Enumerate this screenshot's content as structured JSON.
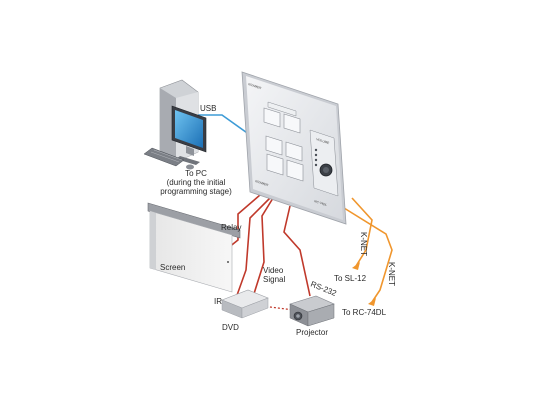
{
  "labels": {
    "usb": "USB",
    "to_pc_line1": "To PC",
    "to_pc_line2": "(during the initial",
    "to_pc_line3": "programming stage)",
    "relay": "Relay",
    "screen": "Screen",
    "video_signal_line1": "Video",
    "video_signal_line2": "Signal",
    "rs232": "RS-232",
    "ir": "IR",
    "dvd": "DVD",
    "projector": "Projector",
    "knet_1": "K-NET",
    "knet_2": "K-NET",
    "to_sl12": "To SL-12",
    "to_rc74dl": "To RC-74DL"
  },
  "panel": {
    "brand_top": "KRAMER",
    "brand_bottom_left": "KRAMER",
    "brand_bottom_right": "RC-74DL",
    "volume_label": "VOLUME"
  },
  "colors": {
    "usb_cable": "#3d9bd6",
    "red_cable": "#c0392b",
    "orange_cable": "#f0962d",
    "panel_face": "#e4e6ea",
    "panel_frame": "#c9ccd2"
  }
}
